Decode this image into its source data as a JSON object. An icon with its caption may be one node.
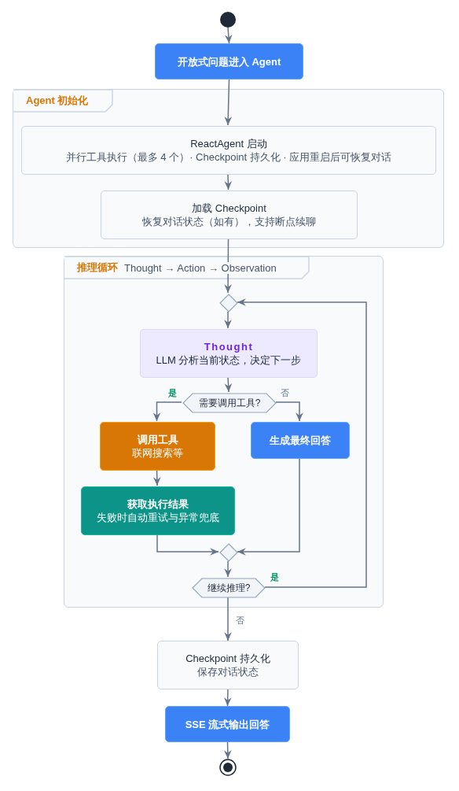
{
  "diagram": {
    "nodes": [
      {
        "text": [],
        "shape": "circle"
      },
      {
        "text": [
          "开放式问题进入 Agent"
        ]
      },
      {
        "text": [
          "Agent 初始化"
        ]
      },
      {
        "text": [
          "ReactAgent 启动",
          "并行工具执行（最多 4 个）· Checkpoint 持久化 · 应用重启后可恢复对话"
        ],
        "in": 2
      },
      {
        "text": [
          "加载 Checkpoint",
          "恢复对话状态（如有），支持断点续聊"
        ],
        "in": 2
      },
      {
        "text": [
          "推理循环",
          "Thought → Action → Observation"
        ]
      },
      {
        "text": [],
        "shape": "diamond",
        "in": 5
      },
      {
        "text": [
          "Thought",
          "LLM 分析当前状态，决定下一步"
        ],
        "in": 5
      },
      {
        "text": [
          "需要调用工具?"
        ],
        "in": 5
      },
      {
        "text": [
          "调用工具",
          "联网搜索等"
        ],
        "in": 5
      },
      {
        "text": [
          "生成最终回答"
        ],
        "in": 5
      },
      {
        "text": [
          "获取执行结果",
          "失败时自动重试与异常兜底"
        ],
        "in": 5
      },
      {
        "text": [],
        "shape": "diamond",
        "in": 5
      },
      {
        "text": [
          "继续推理?"
        ],
        "in": 5
      },
      {
        "text": [
          "Checkpoint 持久化",
          "保存对话状态"
        ]
      },
      {
        "text": [
          "SSE 流式输出回答"
        ]
      },
      {
        "text": [],
        "shape": "circle"
      }
    ],
    "edges": [
      {
        "from": 0,
        "to": 1,
        "arrow": "to"
      },
      {
        "from": 1,
        "to": 3,
        "arrow": "to"
      },
      {
        "from": 3,
        "to": 4,
        "arrow": "to"
      },
      {
        "from": 4,
        "to": 6,
        "arrow": "to"
      },
      {
        "from": 6,
        "to": 7,
        "arrow": "to"
      },
      {
        "from": 7,
        "to": 8,
        "arrow": "to"
      },
      {
        "from": 8,
        "to": 9,
        "arrow": "to",
        "label": "是"
      },
      {
        "from": 8,
        "to": 10,
        "arrow": "to",
        "label": "否"
      },
      {
        "from": 9,
        "to": 11,
        "arrow": "to"
      },
      {
        "from": 11,
        "to": 12,
        "arrow": "to"
      },
      {
        "from": 10,
        "to": 12,
        "arrow": "to"
      },
      {
        "from": 12,
        "to": 13,
        "arrow": "to"
      },
      {
        "from": 13,
        "to": 6,
        "arrow": "to",
        "label": "是"
      },
      {
        "from": 13,
        "to": 14,
        "arrow": "to",
        "label": "否"
      },
      {
        "from": 14,
        "to": 15,
        "arrow": "to"
      },
      {
        "from": 15,
        "to": 16,
        "arrow": "to"
      }
    ]
  }
}
